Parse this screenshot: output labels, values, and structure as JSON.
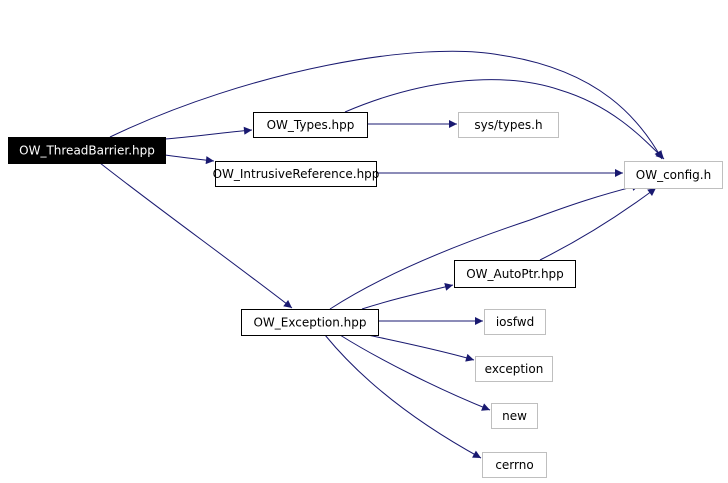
{
  "diagram": {
    "colors": {
      "edge": "#191970",
      "node_border": "#000000",
      "external_border": "#bfbfbf",
      "root_fill": "#000000",
      "root_text": "#ffffff",
      "node_fill": "#ffffff",
      "node_text": "#000000"
    },
    "nodes": [
      {
        "id": "threadbarrier",
        "label": "OW_ThreadBarrier.hpp",
        "kind": "root"
      },
      {
        "id": "types",
        "label": "OW_Types.hpp",
        "kind": "file"
      },
      {
        "id": "systypes",
        "label": "sys/types.h",
        "kind": "external"
      },
      {
        "id": "config",
        "label": "OW_config.h",
        "kind": "external"
      },
      {
        "id": "intrusive",
        "label": "OW_IntrusiveReference.hpp",
        "kind": "file"
      },
      {
        "id": "autoptr",
        "label": "OW_AutoPtr.hpp",
        "kind": "file"
      },
      {
        "id": "exception_hpp",
        "label": "OW_Exception.hpp",
        "kind": "file"
      },
      {
        "id": "iosfwd",
        "label": "iosfwd",
        "kind": "external"
      },
      {
        "id": "exception",
        "label": "exception",
        "kind": "external"
      },
      {
        "id": "new",
        "label": "new",
        "kind": "external"
      },
      {
        "id": "cerrno",
        "label": "cerrno",
        "kind": "external"
      }
    ],
    "edges": [
      {
        "from": "threadbarrier",
        "to": "config"
      },
      {
        "from": "threadbarrier",
        "to": "types"
      },
      {
        "from": "threadbarrier",
        "to": "intrusive"
      },
      {
        "from": "threadbarrier",
        "to": "exception_hpp"
      },
      {
        "from": "types",
        "to": "config"
      },
      {
        "from": "types",
        "to": "systypes"
      },
      {
        "from": "intrusive",
        "to": "config"
      },
      {
        "from": "exception_hpp",
        "to": "config"
      },
      {
        "from": "exception_hpp",
        "to": "autoptr"
      },
      {
        "from": "exception_hpp",
        "to": "iosfwd"
      },
      {
        "from": "exception_hpp",
        "to": "exception"
      },
      {
        "from": "exception_hpp",
        "to": "new"
      },
      {
        "from": "exception_hpp",
        "to": "cerrno"
      },
      {
        "from": "autoptr",
        "to": "config"
      }
    ]
  }
}
